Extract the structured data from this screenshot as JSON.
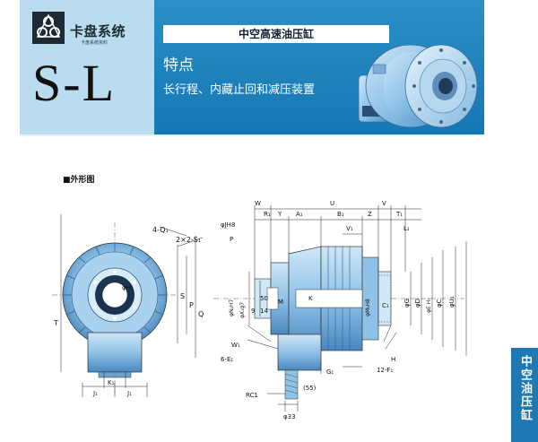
{
  "brand": {
    "name": "卡盘系统",
    "sub_label": "卡盘系统资料"
  },
  "series": {
    "code": "S-L"
  },
  "product": {
    "title": "中空高速油压缸",
    "features_heading": "特点",
    "features_text": "长行程、内藏止回和减压装置"
  },
  "section": {
    "heading": "■外形图"
  },
  "drawing_labels": {
    "q": "4-Q₁",
    "s": "2×2-S₁",
    "phi_h1": "φH₁",
    "t": "T",
    "s_dim": "S",
    "p": "P",
    "q_dim": "Q",
    "k1": "K₁",
    "j1_left": "J₁",
    "j1_right": "J₁",
    "w": "W",
    "r1": "R₁",
    "y": "Y",
    "a1": "A₁",
    "u": "U",
    "b1": "B₁",
    "z": "Z",
    "v": "V",
    "t1": "T₁",
    "phi_j": "φJH8",
    "p_side": "P",
    "v1": "V₁",
    "l1": "L₁",
    "phi_n": "φN₁H7",
    "phi_x": "φX₁g7",
    "n9": "9",
    "n50": "50",
    "n14": "14",
    "m": "M",
    "k": "K",
    "phi_m": "φM₁H8",
    "c1": "C₁",
    "phi_g": "φG",
    "phi_d": "φD",
    "phi_e": "φE H₇",
    "phi_c": "φC",
    "phi_u": "φU₁",
    "w1": "W₁",
    "e1": "6-E₁",
    "g1": "G₁",
    "f1": "12-F₁",
    "h": "H",
    "rc": "RC1",
    "n55": "(55)",
    "phi33": "φ33"
  },
  "side_tab": {
    "label": "中空油压缸"
  },
  "colors": {
    "header_left": "#b9dcef",
    "header_right": "#1577b4",
    "tab": "#1e79b3",
    "part_body": "#8fc2e6",
    "part_dark": "#3b7fb8"
  }
}
